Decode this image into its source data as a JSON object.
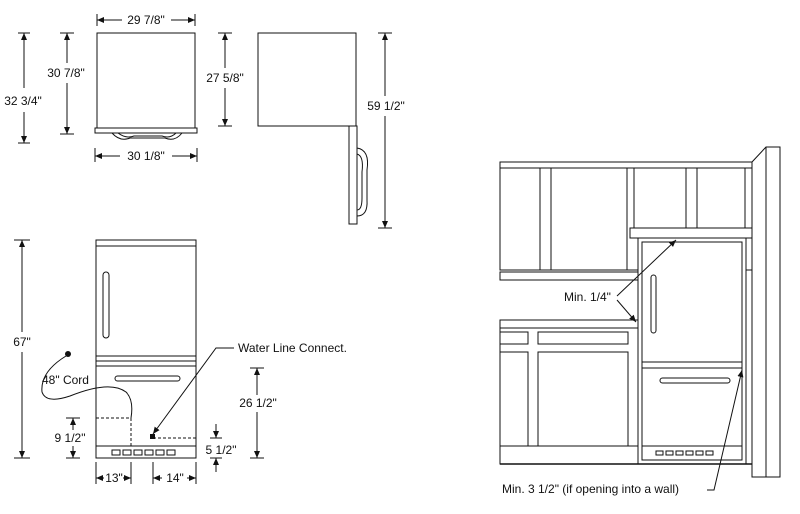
{
  "top_views": {
    "width_top": "29 7/8\"",
    "width_bottom": "30 1/8\"",
    "depth_outer": "32 3/4\"",
    "depth_inner": "30 7/8\"",
    "side_depth": "27 5/8\"",
    "door_swing": "59 1/2\""
  },
  "front_view": {
    "height": "67\"",
    "cord": "48\" Cord",
    "water_line": "Water Line Connect.",
    "outlet_height": "9 1/2\"",
    "drawer_height": "26 1/2\"",
    "water_height": "5 1/2\"",
    "outlet_offset": "13\"",
    "water_offset": "14\""
  },
  "installation": {
    "min_top": "Min. 1/4\"",
    "min_side": "Min. 3 1/2\" (if opening into a wall)"
  }
}
